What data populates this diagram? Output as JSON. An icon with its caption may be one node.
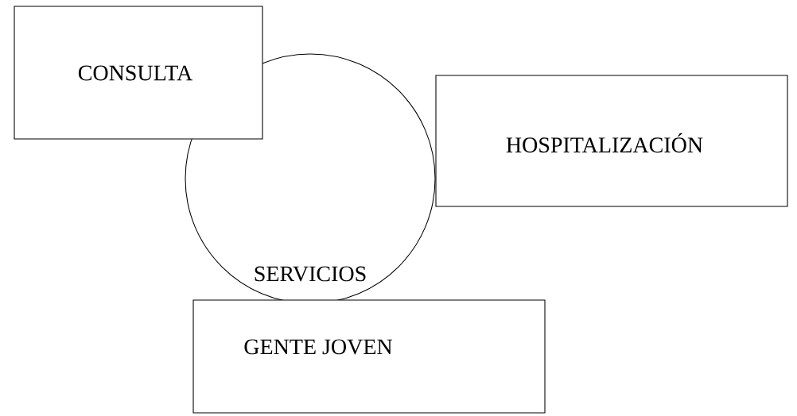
{
  "diagram": {
    "nodes": [
      {
        "text": [
          "CONSULTA"
        ]
      },
      {
        "text": [
          "HOSPITALIZACIÓN"
        ]
      },
      {
        "text": [
          "SERVICIOS"
        ]
      },
      {
        "text": [
          "GENTE JOVEN"
        ]
      }
    ]
  }
}
